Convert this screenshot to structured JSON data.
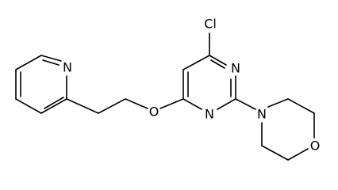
{
  "molecule": {
    "atoms": {
      "cl": "Cl",
      "n_pyr_top": "N",
      "n_pyr_bottom": "N",
      "o_ether": "O",
      "n_pyridine": "N",
      "n_morpholine": "N",
      "o_morpholine": "O"
    }
  }
}
